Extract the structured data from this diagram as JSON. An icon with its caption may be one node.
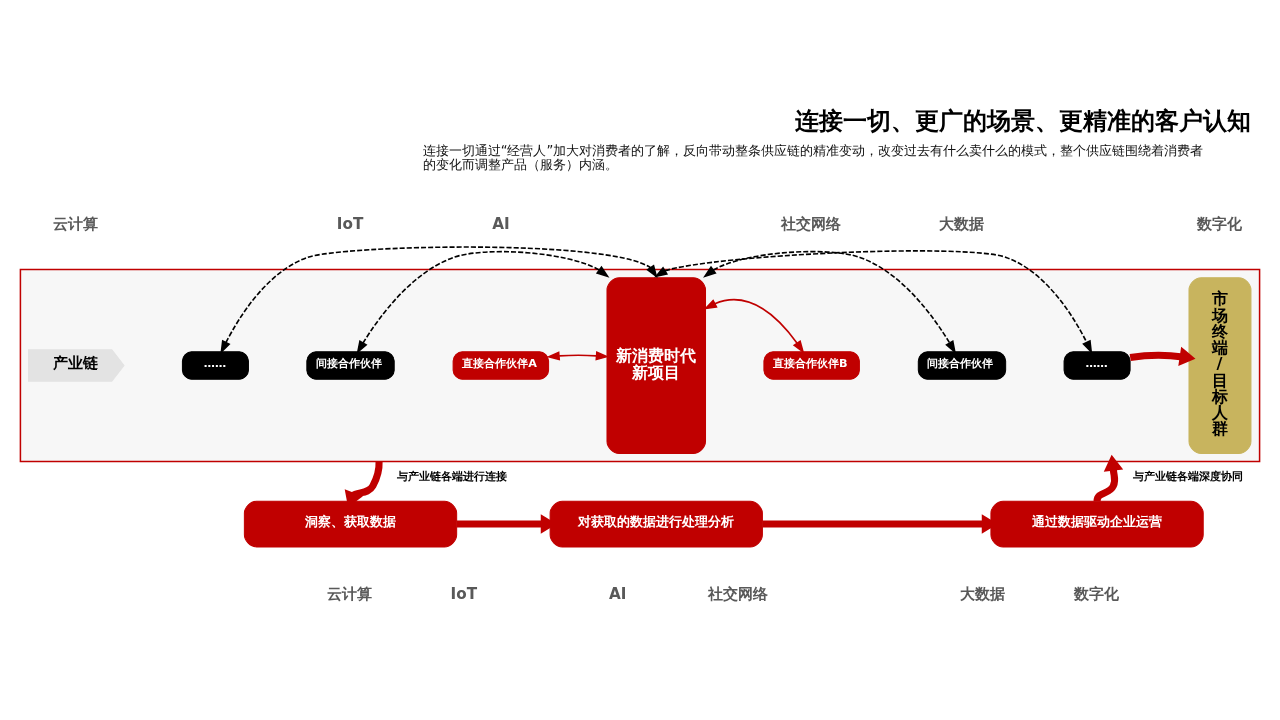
{
  "diagram": {
    "title": "连接一切、更广的场景、更精准的客户认知",
    "nodes": [
      {
        "text": [],
        "shape": "box"
      },
      {
        "text": [
          "产业链"
        ],
        "in": 0
      },
      {
        "text": [
          "……"
        ],
        "in": 0
      },
      {
        "text": [
          "间接合作伙伴"
        ],
        "in": 0
      },
      {
        "text": [
          "直接合作伙伴A"
        ],
        "in": 0
      },
      {
        "text": [
          "新消费时代新项目"
        ],
        "in": 0
      },
      {
        "text": [
          "直接合作伙伴B"
        ],
        "in": 0
      },
      {
        "text": [
          "间接合作伙伴"
        ],
        "in": 0
      },
      {
        "text": [
          "……"
        ],
        "in": 0
      },
      {
        "text": [
          "市场终端/目标人群"
        ],
        "in": 0
      },
      {
        "text": [
          "洞察、获取数据"
        ]
      },
      {
        "text": [
          "对获取的数据进行处理分析"
        ]
      },
      {
        "text": [
          "通过数据驱动企业运营"
        ]
      }
    ],
    "edges": [
      {
        "from": 4,
        "to": 5,
        "arrow": "both"
      },
      {
        "from": 5,
        "to": 6,
        "arrow": "both"
      },
      {
        "from": 3,
        "to": 5,
        "arrow": "both",
        "style": "dashed",
        "color": "#000000"
      },
      {
        "from": 2,
        "to": 5,
        "arrow": "both",
        "style": "dashed",
        "color": "#000000"
      },
      {
        "from": 5,
        "to": 7,
        "arrow": "both",
        "style": "dashed",
        "color": "#000000"
      },
      {
        "from": 5,
        "to": 8,
        "arrow": "both",
        "style": "dashed",
        "color": "#000000"
      },
      {
        "from": 8,
        "to": 9,
        "arrow": "to",
        "style": "thick"
      },
      {
        "from": 0,
        "to": 10,
        "arrow": "to",
        "style": "thick",
        "label": "与产业链各端进行连接"
      },
      {
        "from": 10,
        "to": 11,
        "arrow": "to",
        "style": "thick"
      },
      {
        "from": 11,
        "to": 12,
        "arrow": "to",
        "style": "thick"
      },
      {
        "from": 12,
        "to": 0,
        "arrow": "to",
        "style": "thick",
        "label": "与产业链各端深度协同"
      }
    ],
    "labels": [
      "连接一切通过“经营人”加大对消费者的了解，反向带动整条供应链的精准变动，改变过去有什么卖什么的模式，整个供应链围绕着消费者的变化而调整产品（服务）内涵。",
      "云计算",
      "IoT",
      "AI",
      "社交网络",
      "大数据",
      "数字化",
      "云计算",
      "IoT",
      "AI",
      "社交网络",
      "大数据",
      "数字化"
    ]
  }
}
